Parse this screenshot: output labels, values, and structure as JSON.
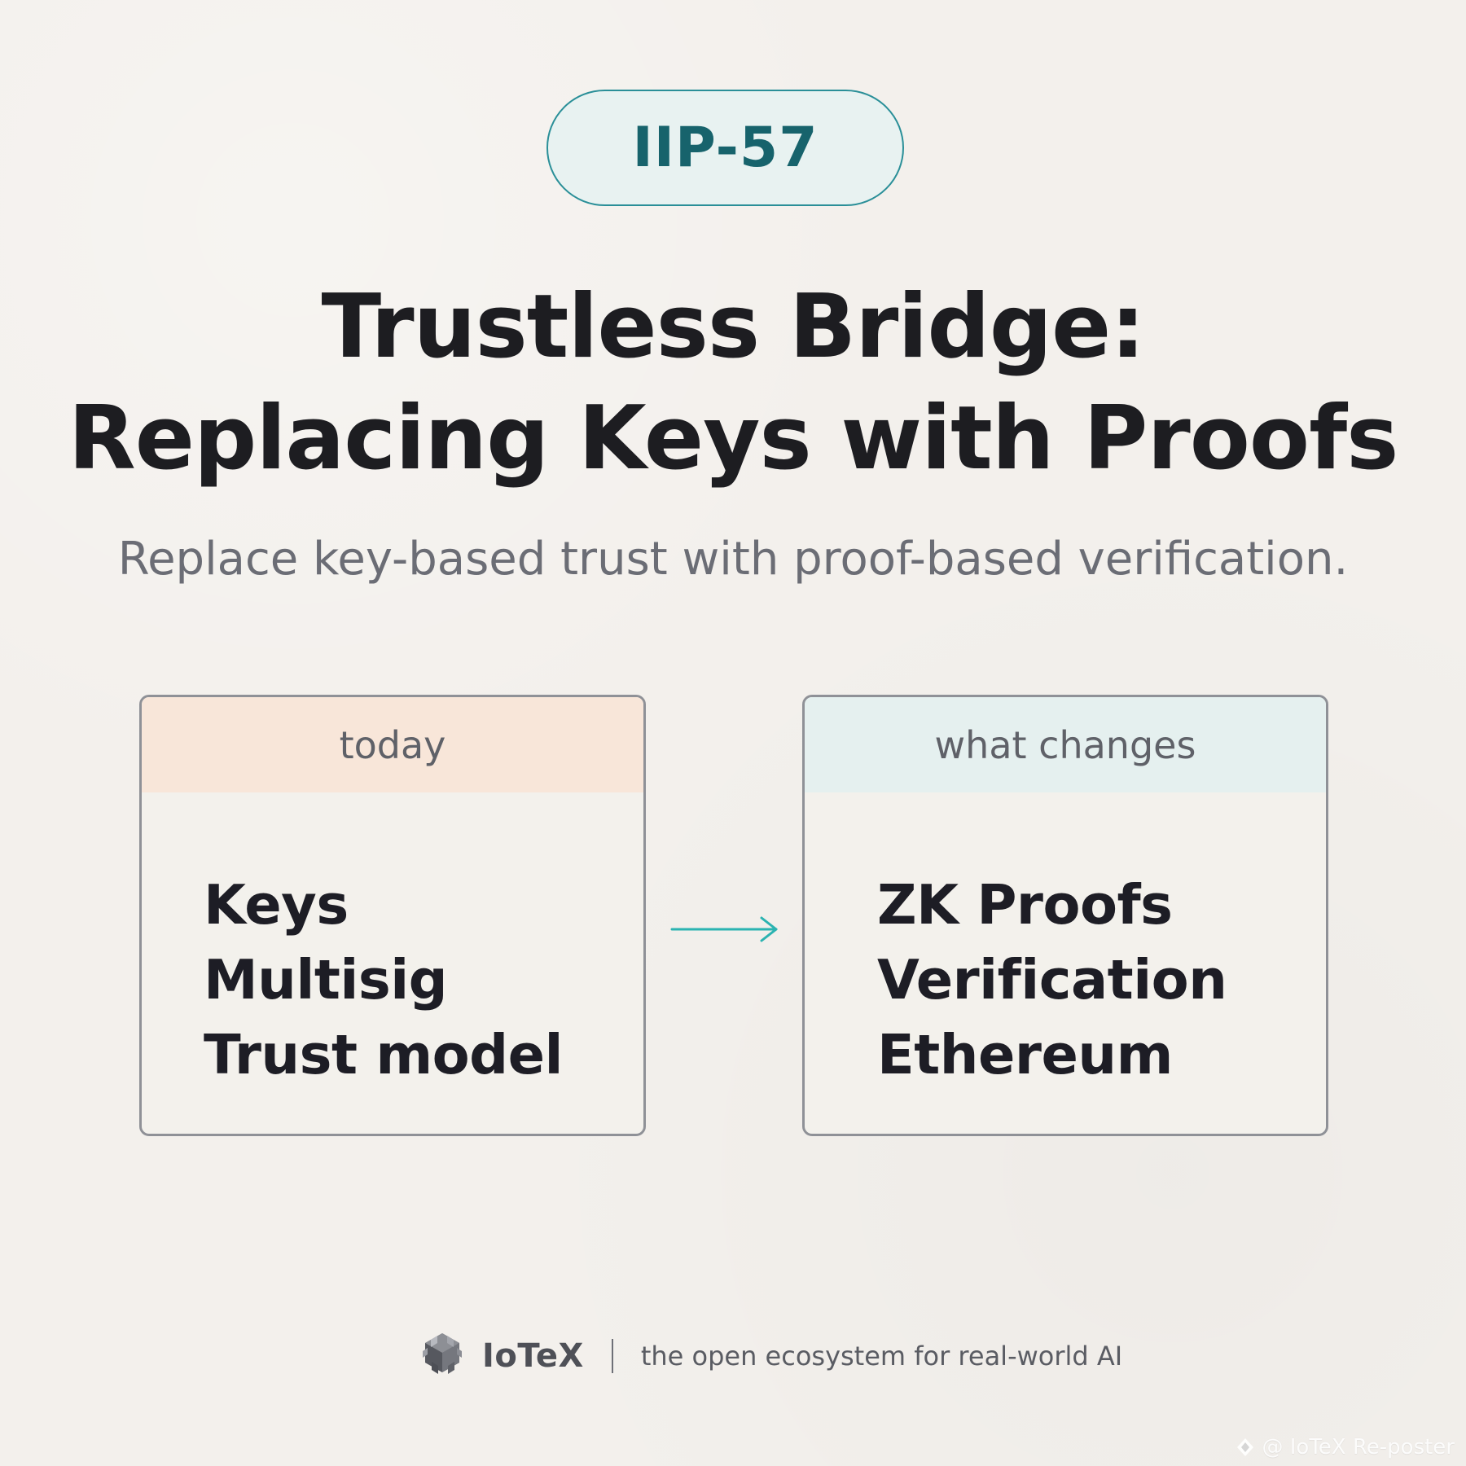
{
  "badge": {
    "label": "IIP-57"
  },
  "title": {
    "line1": "Trustless Bridge:",
    "line2": "Replacing Keys with Proofs"
  },
  "subtitle": "Replace key-based trust with proof-based verification.",
  "cards": {
    "today": {
      "header": "today",
      "items": [
        "Keys",
        "Multisig",
        "Trust model"
      ]
    },
    "changes": {
      "header": "what changes",
      "items": [
        "ZK Proofs",
        "Verification",
        "Ethereum"
      ]
    }
  },
  "footer": {
    "brand": "IoTeX",
    "tagline": "the open ecosystem for real-world AI"
  },
  "watermark": "@ IoTeX Re-poster",
  "icons": {
    "arrow": "arrow-right-icon",
    "logo": "iotex-logo-icon",
    "watermark": "reposter-icon"
  },
  "colors": {
    "background": "#f3f0ec",
    "accent": "#17636c",
    "today_header": "#f8e6d9",
    "changes_header": "#e5f0ef",
    "border": "#8f9197",
    "arrow": "#2bb3b1"
  }
}
